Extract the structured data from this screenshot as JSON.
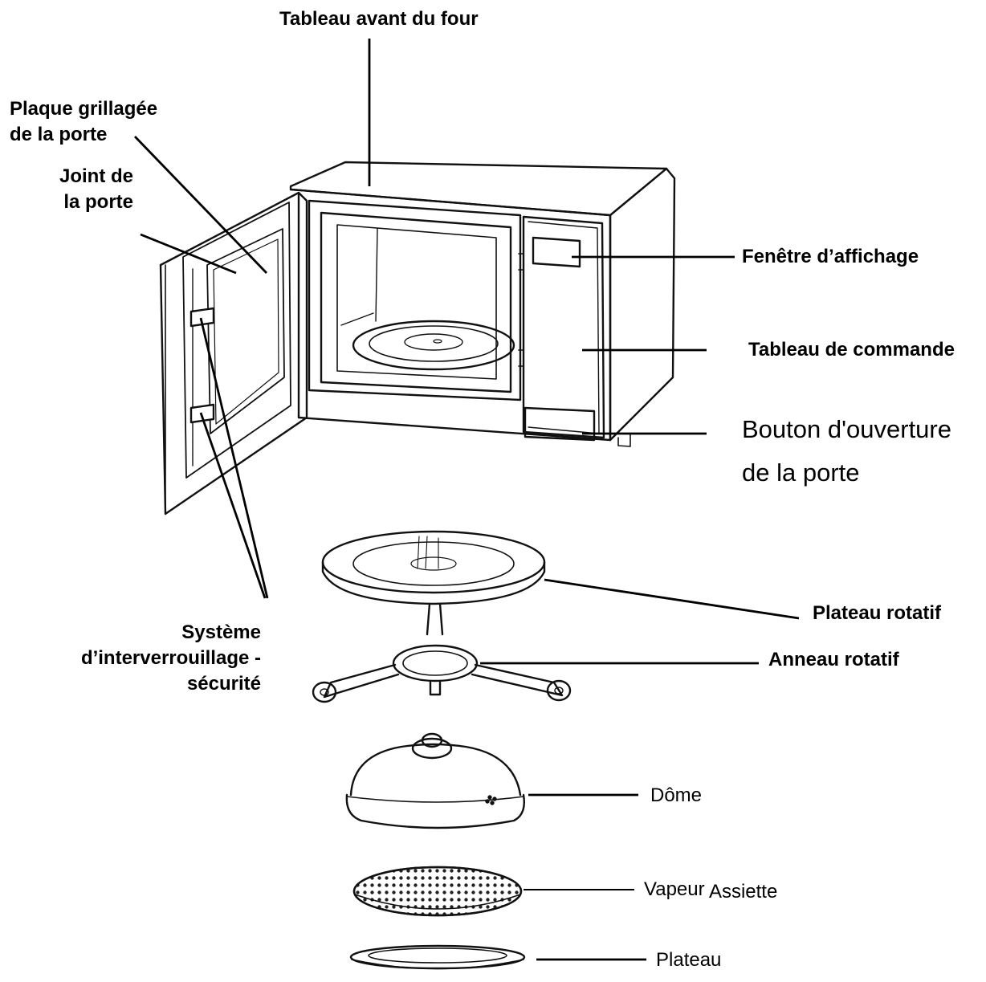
{
  "diagram": {
    "labels": {
      "tableau_avant": "Tableau avant du four",
      "plaque_line1": "Plaque grillagée",
      "plaque_line2": "de la porte",
      "joint_line1": "Joint de",
      "joint_line2": "la porte",
      "fenetre": "Fenêtre d’affichage",
      "tableau_commande": "Tableau de commande",
      "bouton_line1": "Bouton d'ouverture",
      "bouton_line2": "de la porte",
      "plateau_rotatif": "Plateau rotatif",
      "anneau_rotatif": "Anneau rotatif",
      "systeme_line1": "Système",
      "systeme_line2": "d’interverrouillage -",
      "systeme_line3": "sécurité",
      "dome": "Dôme",
      "vapeur": "Vapeur",
      "assiette": "Assiette",
      "plateau": "Plateau"
    },
    "colors": {
      "ink": "#000000",
      "paper": "#ffffff"
    }
  }
}
